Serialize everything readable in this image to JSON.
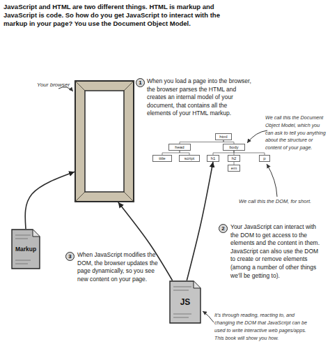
{
  "diagram": {
    "title": "JavaScript and HTML are two different things. HTML is markup and JavaScript is code. So how do you get JavaScript to interact with the markup in your page? You use the Document Object Model.",
    "nodes": [
      {
        "text": [
          "Your browser"
        ]
      },
      {
        "text": [
          "1"
        ]
      },
      {
        "text": [
          "html"
        ]
      },
      {
        "text": [
          "head"
        ]
      },
      {
        "text": [
          "body"
        ]
      },
      {
        "text": [
          "title"
        ]
      },
      {
        "text": [
          "script"
        ]
      },
      {
        "text": [
          "h1"
        ]
      },
      {
        "text": [
          "h2"
        ]
      },
      {
        "text": [
          "p"
        ]
      },
      {
        "text": [
          "em"
        ]
      },
      {
        "text": [
          "2"
        ]
      },
      {
        "text": [
          "Markup"
        ]
      },
      {
        "text": [
          "3"
        ]
      },
      {
        "text": [
          "JS"
        ]
      }
    ],
    "edges": [
      {
        "from": 2,
        "to": 3,
        "arrow": "none"
      },
      {
        "from": 2,
        "to": 4,
        "arrow": "none"
      },
      {
        "from": 3,
        "to": 5,
        "arrow": "none"
      },
      {
        "from": 3,
        "to": 6,
        "arrow": "none"
      },
      {
        "from": 4,
        "to": 7,
        "arrow": "none"
      },
      {
        "from": 4,
        "to": 8,
        "arrow": "none"
      },
      {
        "from": 4,
        "to": 9,
        "arrow": "none"
      },
      {
        "from": 8,
        "to": 10,
        "arrow": "none"
      },
      {
        "from": 12,
        "to": 0,
        "arrow": "to"
      },
      {
        "from": 14,
        "to": 0,
        "arrow": "to"
      },
      {
        "from": 14,
        "to": 7,
        "arrow": "to"
      }
    ],
    "labels": [
      "When you load a page into the browser, the browser parses the HTML and creates an internal model of your document, that contains all the elements of your HTML markup.",
      "We call this the Document Object Model, which you can ask to tell you anything about the structure or content of your page.",
      "We call this the DOM, for short.",
      "Your JavaScript can interact with the DOM to get access to the elements and the content in them. JavaScript can also use the DOM to create or remove elements (among a number of other things we’ll be getting to).",
      "When JavaScript modifies the DOM, the browser updates the page dynamically, so you see new content on your page.",
      "It’s through reading, reacting to, and changing the DOM that JavaScript can be used to write interactive web pages/apps. This book will show you how."
    ]
  }
}
